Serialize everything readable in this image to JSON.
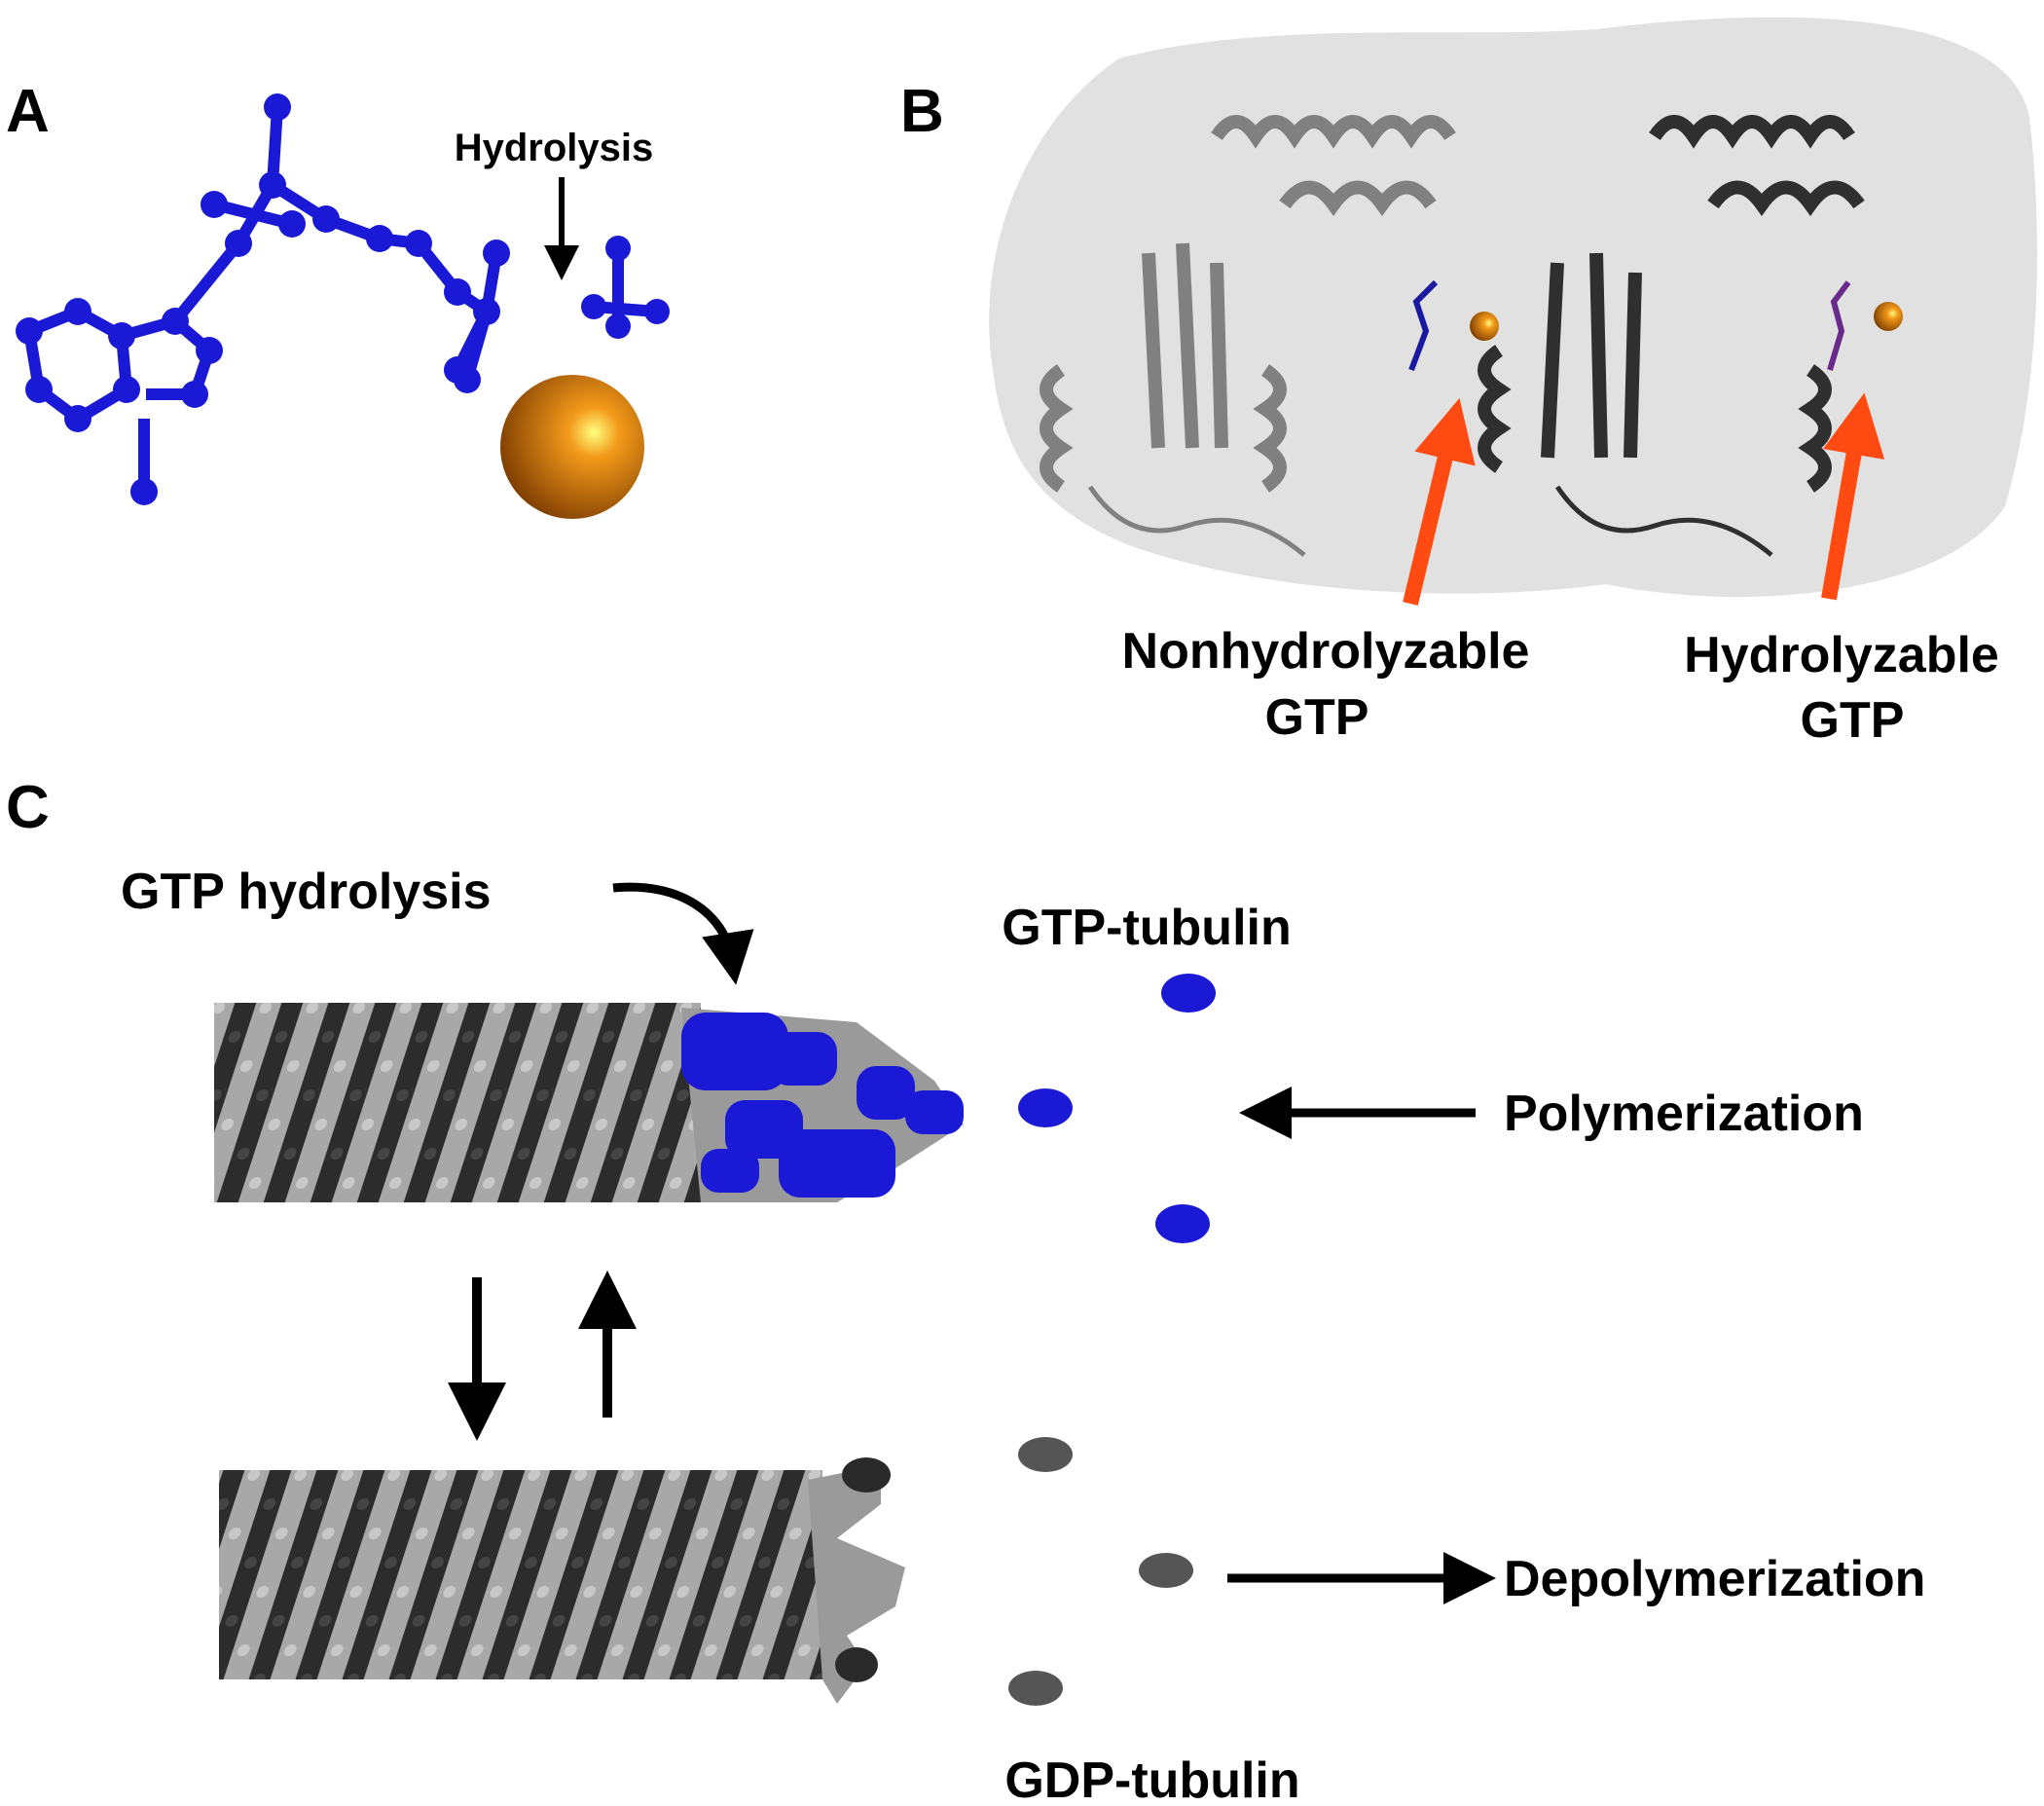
{
  "panels": {
    "a": "A",
    "b": "B",
    "c": "C"
  },
  "panel_a": {
    "hydrolysis": "Hydrolysis"
  },
  "panel_b": {
    "left_label_line1": "Nonhydrolyzable",
    "left_label_line2": "GTP",
    "right_label_line1": "Hydrolyzable",
    "right_label_line2": "GTP"
  },
  "panel_c": {
    "gtp_hydrolysis": "GTP hydrolysis",
    "gtp_tubulin": "GTP-tubulin",
    "polymerization": "Polymerization",
    "depolymerization": "Depolymerization",
    "gdp_tubulin": "GDP-tubulin"
  },
  "colors": {
    "gtp_blue": "#1a1ad6",
    "magnesium_orange": "#e07a0a",
    "arrow_red": "#ff4a12",
    "tubulin_dark": "#2a2a2a",
    "tubulin_light": "#9a9a9a"
  }
}
